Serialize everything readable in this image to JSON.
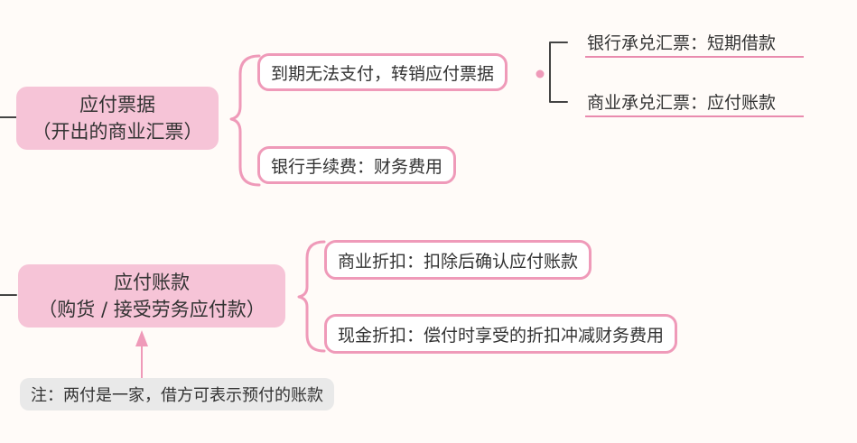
{
  "colors": {
    "accent": "#ef9ab9",
    "main_fill": "#f6c4d7",
    "note_fill": "#e9e9e9",
    "connector_dark": "#444444"
  },
  "groups": [
    {
      "title": "应付票据",
      "subtitle": "（开出的商业汇票）",
      "branches": [
        {
          "label": "到期无法支付，转销应付票据",
          "children": [
            "银行承兑汇票：短期借款",
            "商业承兑汇票：应付账款"
          ]
        },
        {
          "label": "银行手续费：财务费用"
        }
      ]
    },
    {
      "title": "应付账款",
      "subtitle": "（购货 / 接受劳务应付款）",
      "branches": [
        {
          "label": "商业折扣：扣除后确认应付账款"
        },
        {
          "label": "现金折扣：偿付时享受的折扣冲减财务费用"
        }
      ]
    }
  ],
  "note": "注：两付是一家，借方可表示预付的账款"
}
